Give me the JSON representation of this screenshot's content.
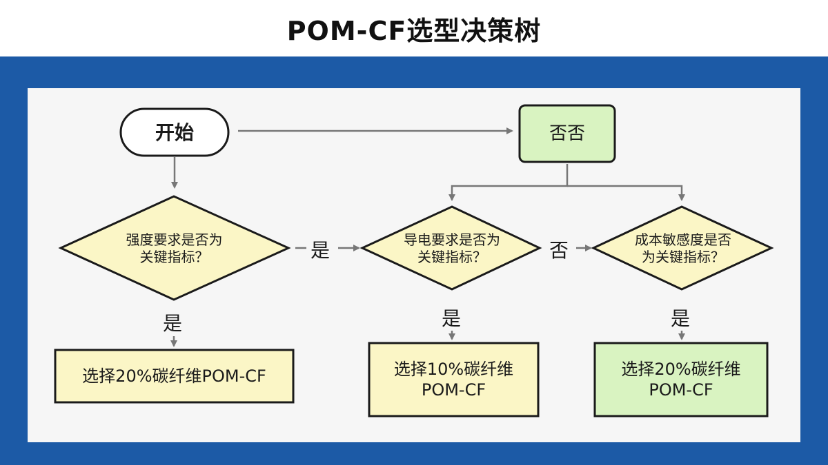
{
  "title": "POM-CF选型决策树",
  "colors": {
    "frame": "#1c5aa6",
    "panel": "#f6f6f6",
    "yellow_fill": "#fbf6c6",
    "green_fill": "#d9f3c1",
    "stroke": "#1a1a1a",
    "arrow": "#777777"
  },
  "nodes": {
    "start": "开始",
    "no_box": "否否",
    "decision_strength": "强度要求是否为\n关键指标？",
    "decision_conductive": "导电要求是否为\n关键指标？",
    "decision_cost": "成本敏感度是否\n为关键指标？",
    "result_20": "选择20%碳纤维POM-CF",
    "result_10": "选择10%碳纤维\nPOM-CF",
    "result_20b": "选择20%碳纤维\nPOM-CF"
  },
  "edges": {
    "strength_yes_down": "是",
    "strength_yes_right": "是",
    "conductive_no": "否",
    "conductive_yes": "是",
    "cost_yes": "是"
  }
}
